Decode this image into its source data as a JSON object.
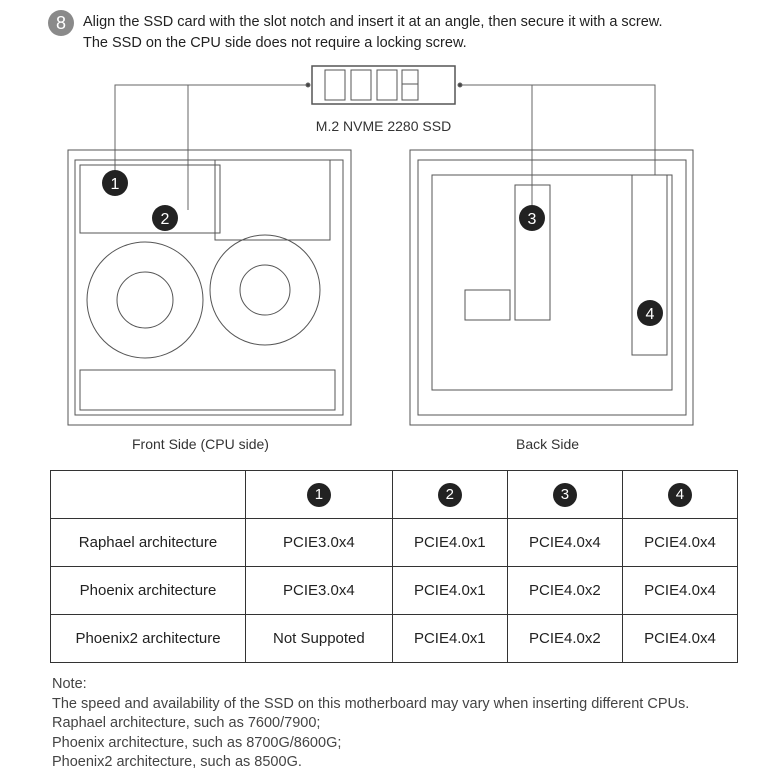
{
  "step": {
    "number": "8",
    "lines": [
      "Align the SSD card with the slot notch and insert it at an angle, then secure it with a screw.",
      "The SSD on the CPU side does not require a locking screw."
    ]
  },
  "diagram": {
    "ssd_label": "M.2 NVME 2280 SSD",
    "front_label": "Front  Side (CPU side)",
    "back_label": "Back Side",
    "markers": [
      "1",
      "2",
      "3",
      "4"
    ]
  },
  "table": {
    "headers": [
      "",
      "1",
      "2",
      "3",
      "4"
    ],
    "rows": [
      [
        "Raphael architecture",
        "PCIE3.0x4",
        "PCIE4.0x1",
        "PCIE4.0x4",
        "PCIE4.0x4"
      ],
      [
        "Phoenix architecture",
        "PCIE3.0x4",
        "PCIE4.0x1",
        "PCIE4.0x2",
        "PCIE4.0x4"
      ],
      [
        "Phoenix2 architecture",
        "Not Suppoted",
        "PCIE4.0x1",
        "PCIE4.0x2",
        "PCIE4.0x4"
      ]
    ]
  },
  "note": {
    "title": "Note:",
    "lines": [
      "The speed and availability of the SSD on this motherboard may vary when inserting different CPUs.",
      "Raphael architecture, such as 7600/7900;",
      "Phoenix architecture, such as 8700G/8600G;",
      "Phoenix2 architecture, such as 8500G."
    ]
  }
}
